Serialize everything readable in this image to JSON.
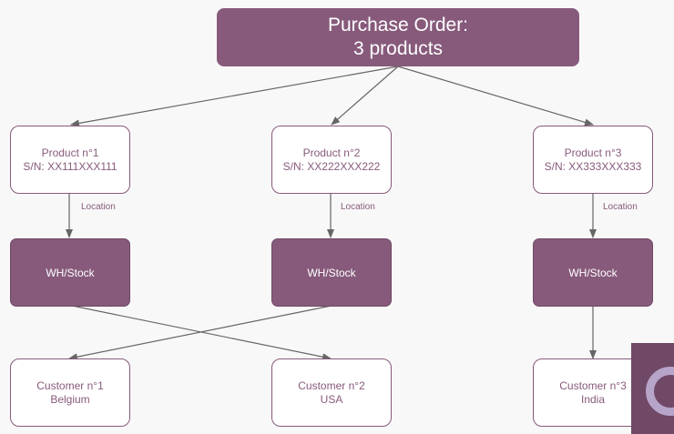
{
  "header": {
    "line1": "Purchase Order:",
    "line2": "3 products"
  },
  "products": [
    {
      "name": "Product n°1",
      "serial": "S/N: XX111XXX111"
    },
    {
      "name": "Product n°2",
      "serial": "S/N: XX222XXX222"
    },
    {
      "name": "Product n°3",
      "serial": "S/N: XX333XXX333"
    }
  ],
  "edge_label": "Location",
  "warehouse_label": "WH/Stock",
  "customers": [
    {
      "name": "Customer n°1",
      "country": "Belgium"
    },
    {
      "name": "Customer n°2",
      "country": "USA"
    },
    {
      "name": "Customer n°3",
      "country": "India"
    }
  ],
  "colors": {
    "accent": "#875a7b",
    "edge": "#666666",
    "background": "#f8f8f8"
  }
}
